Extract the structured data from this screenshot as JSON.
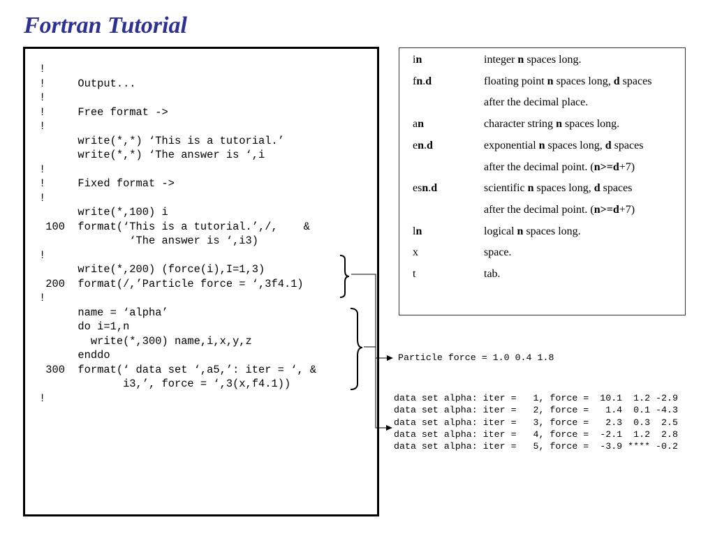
{
  "title": "Fortran Tutorial",
  "code_lines": [
    "!",
    "!     Output...",
    "!",
    "!     Free format ->",
    "!",
    "      write(*,*) ‘This is a tutorial.’",
    "      write(*,*) ‘The answer is ‘,i",
    "!",
    "!     Fixed format ->",
    "!",
    "      write(*,100) i",
    " 100  format(‘This is a tutorial.’,/,    &",
    "              ‘The answer is ‘,i3)",
    "!",
    "      write(*,200) (force(i),I=1,3)",
    " 200  format(/,’Particle force = ‘,3f4.1)",
    "!",
    "      name = ‘alpha’",
    "      do i=1,n",
    "        write(*,300) name,i,x,y,z",
    "      enddo",
    " 300  format(‘ data set ‘,a5,’: iter = ‘, &",
    "             i3,’, force = ‘,3(x,f4.1))",
    "!"
  ],
  "format_specs": [
    {
      "code": [
        {
          "t": "i",
          "b": false
        },
        {
          "t": "n",
          "b": true
        }
      ],
      "desc": [
        {
          "t": "integer ",
          "b": false
        },
        {
          "t": "n",
          "b": true
        },
        {
          "t": " spaces long.",
          "b": false
        }
      ]
    },
    {
      "code": [
        {
          "t": "f",
          "b": false
        },
        {
          "t": "n",
          "b": true
        },
        {
          "t": ".",
          "b": false
        },
        {
          "t": "d",
          "b": true
        }
      ],
      "desc": [
        {
          "t": "floating point ",
          "b": false
        },
        {
          "t": "n",
          "b": true
        },
        {
          "t": " spaces long, ",
          "b": false
        },
        {
          "t": "d",
          "b": true
        },
        {
          "t": " spaces",
          "b": false
        }
      ]
    },
    {
      "code": [],
      "desc": [
        {
          "t": "after the decimal place.",
          "b": false
        }
      ]
    },
    {
      "code": [
        {
          "t": "a",
          "b": false
        },
        {
          "t": "n",
          "b": true
        }
      ],
      "desc": [
        {
          "t": "character string ",
          "b": false
        },
        {
          "t": "n",
          "b": true
        },
        {
          "t": " spaces long.",
          "b": false
        }
      ]
    },
    {
      "code": [
        {
          "t": "e",
          "b": false
        },
        {
          "t": "n",
          "b": true
        },
        {
          "t": ".",
          "b": false
        },
        {
          "t": "d",
          "b": true
        }
      ],
      "desc": [
        {
          "t": "exponential ",
          "b": false
        },
        {
          "t": "n",
          "b": true
        },
        {
          "t": " spaces long, ",
          "b": false
        },
        {
          "t": "d",
          "b": true
        },
        {
          "t": " spaces",
          "b": false
        }
      ]
    },
    {
      "code": [],
      "desc": [
        {
          "t": "after the decimal point. (",
          "b": false
        },
        {
          "t": "n>=d",
          "b": true
        },
        {
          "t": "+7)",
          "b": false
        }
      ]
    },
    {
      "code": [
        {
          "t": "es",
          "b": false
        },
        {
          "t": "n",
          "b": true
        },
        {
          "t": ".",
          "b": false
        },
        {
          "t": "d",
          "b": true
        }
      ],
      "desc": [
        {
          "t": "scientific ",
          "b": false
        },
        {
          "t": "n",
          "b": true
        },
        {
          "t": " spaces long, ",
          "b": false
        },
        {
          "t": "d",
          "b": true
        },
        {
          "t": " spaces",
          "b": false
        }
      ]
    },
    {
      "code": [],
      "desc": [
        {
          "t": "after the decimal point. (",
          "b": false
        },
        {
          "t": "n>=d",
          "b": true
        },
        {
          "t": "+7)",
          "b": false
        }
      ]
    },
    {
      "code": [
        {
          "t": "l",
          "b": false
        },
        {
          "t": "n",
          "b": true
        }
      ],
      "desc": [
        {
          "t": "logical ",
          "b": false
        },
        {
          "t": "n",
          "b": true
        },
        {
          "t": " spaces long.",
          "b": false
        }
      ]
    },
    {
      "code": [
        {
          "t": "x",
          "b": false
        }
      ],
      "desc": [
        {
          "t": "space.",
          "b": false
        }
      ]
    },
    {
      "code": [
        {
          "t": "t",
          "b": false
        }
      ],
      "desc": [
        {
          "t": "tab.",
          "b": false
        }
      ]
    }
  ],
  "output_particle": "Particle force = 1.0 0.4 1.8",
  "output_data_lines": [
    "data set alpha: iter =   1, force =  10.1  1.2 -2.9",
    "data set alpha: iter =   2, force =   1.4  0.1 -4.3",
    "data set alpha: iter =   3, force =   2.3  0.3  2.5",
    "data set alpha: iter =   4, force =  -2.1  1.2  2.8",
    "data set alpha: iter =   5, force =  -3.9 **** -0.2"
  ],
  "colors": {
    "title": "#2e3192",
    "border": "#000000"
  }
}
